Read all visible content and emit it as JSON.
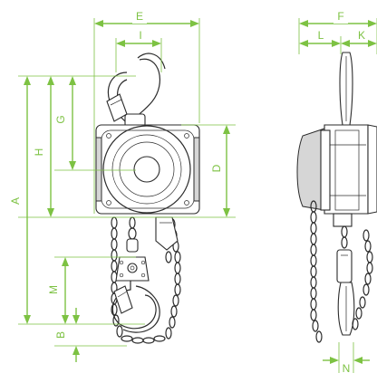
{
  "dimension_labels": {
    "E": "E",
    "I": "I",
    "A": "A",
    "H": "H",
    "G": "G",
    "D": "D",
    "M": "M",
    "B": "B",
    "F": "F",
    "L": "L",
    "K": "K",
    "N": "N"
  },
  "colors": {
    "dimension_lines": "#7dc243",
    "drawing_ink": "#2b2b2b"
  }
}
